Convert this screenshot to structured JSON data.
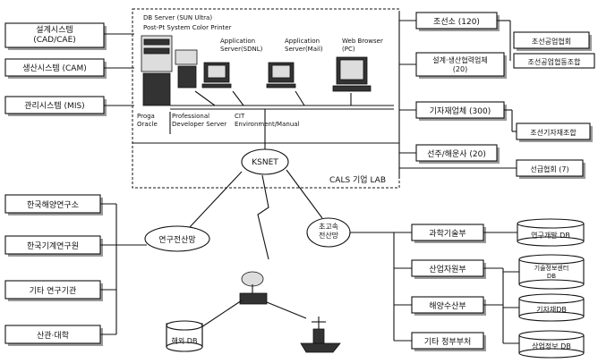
{
  "left_systems": [
    "설계시스템\n(CAD/CAE)",
    "생산시스템 (CAM)",
    "관리시스템 (MIS)"
  ],
  "lab": {
    "server_header_1": "DB Server (SUN Ultra)",
    "server_header_2": "Post-Pt System Color Printer",
    "app_server_1": "Application\nServer(SDNL)",
    "app_server_2": "Application\nServer(Mail)",
    "web_browser": "Web Browser\n(PC)",
    "oracle": "Proga\nOracle",
    "developer": "Professional\nDeveloper Server",
    "manual": "CIT\nEnvironment/Manual",
    "name": "CALS 기업 LAB"
  },
  "hub": "KSNET",
  "left_orgs": [
    "한국해양연구소",
    "한국기계연구원",
    "기타 연구기관",
    "산관·대학"
  ],
  "research_net": "연구전산망",
  "high_speed_net": "초고속\n전산망",
  "ocean_db": "해외 DB",
  "right_top": [
    "조선소 (120)",
    "설계·생산협력업체\n(20)",
    "기자재업체 (300)",
    "선주/해운사 (20)",
    "선급협회 (7)"
  ],
  "right_side_top": [
    "조선공업협회",
    "조선공업협동조합",
    "조선기자재조합"
  ],
  "right_bottom": [
    "과학기술부",
    "산업자원부",
    "해양수산부",
    "기타 정부부처"
  ],
  "databases": [
    "연구개발 DB",
    "기술정보센터\nDB",
    "기자재DB",
    "상업정보 DB"
  ]
}
